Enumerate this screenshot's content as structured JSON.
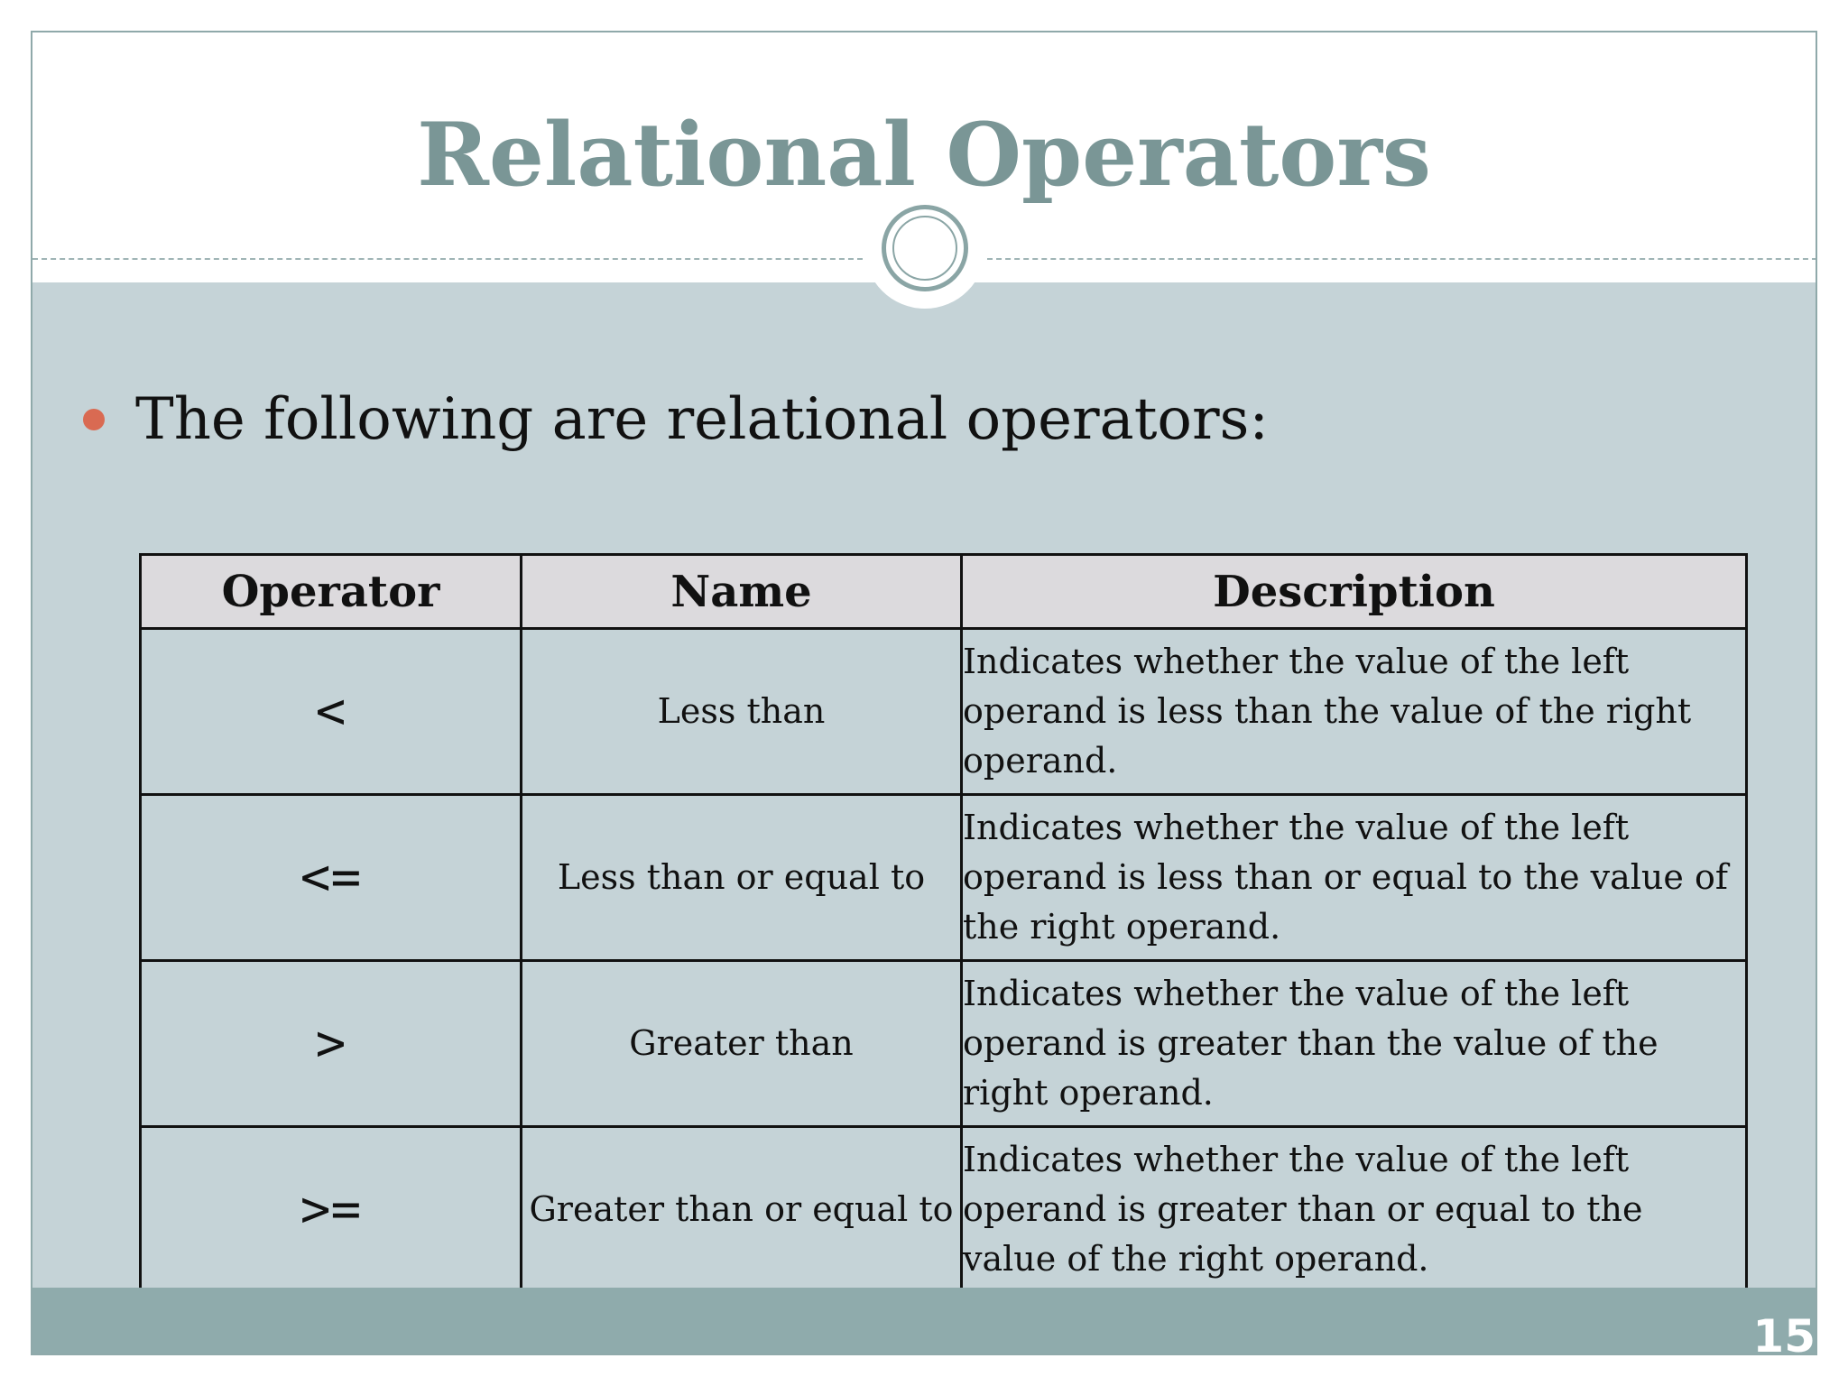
{
  "slide": {
    "title": "Relational Operators",
    "bullet": "The following are relational operators:",
    "page_number": "15",
    "colors": {
      "title": "#7a9696",
      "content_background": "#c5d3d7",
      "footer": "#8fabac",
      "bullet": "#d96a52",
      "table_header": "#dcdadd"
    }
  },
  "table": {
    "headers": [
      "Operator",
      "Name",
      "Description"
    ],
    "rows": [
      {
        "operator": "<",
        "name": "Less than",
        "description": "Indicates whether the value of the left operand is less than the value of the right operand."
      },
      {
        "operator": "<=",
        "name": "Less than or equal to",
        "description": "Indicates whether the value of the left operand is less than or equal to the value of the right operand."
      },
      {
        "operator": ">",
        "name": "Greater than",
        "description": "Indicates whether the value of the left operand is greater than the value of the right operand."
      },
      {
        "operator": ">=",
        "name": "Greater than or equal to",
        "description": "Indicates whether the value of the left operand is greater than or equal to the value of the right operand."
      }
    ]
  }
}
